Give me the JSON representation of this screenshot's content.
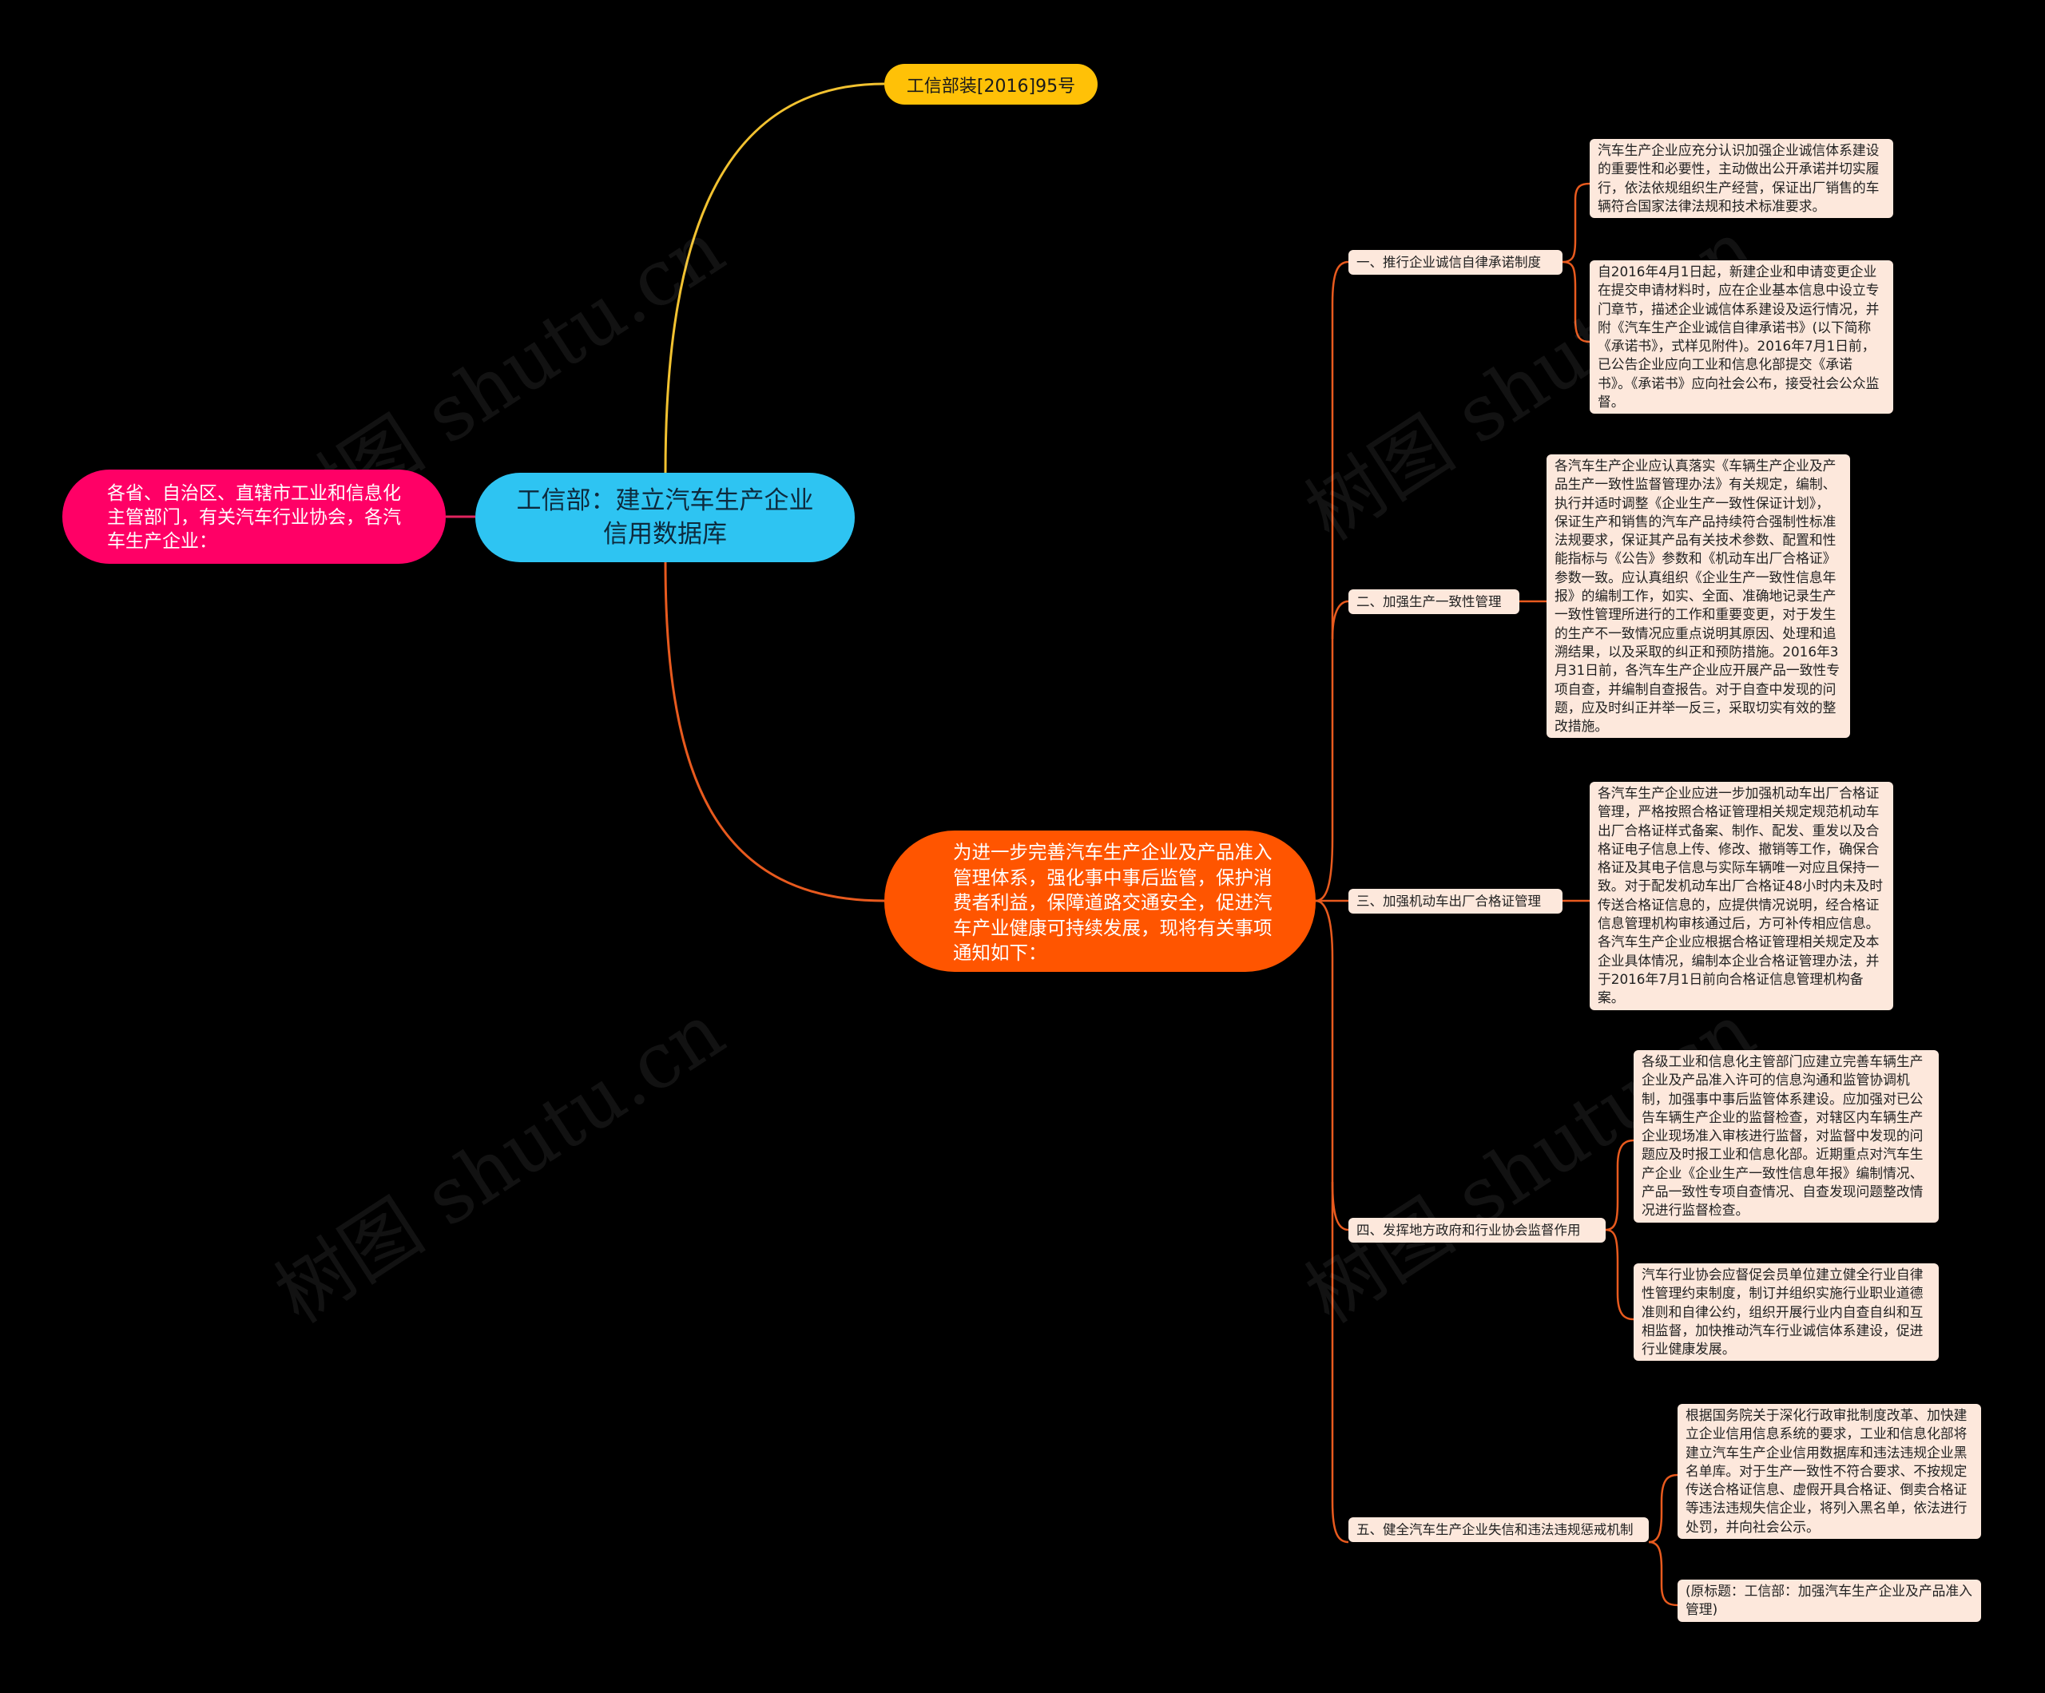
{
  "root": {
    "label": "工信部：建立汽车生产企业信用数据库"
  },
  "left_node": {
    "text": "各省、自治区、直辖市工业和信息化主管部门，有关汽车行业协会，各汽车生产企业："
  },
  "tag_node": {
    "text": "工信部装[2016]95号"
  },
  "main_node": {
    "text": "为进一步完善汽车生产企业及产品准入管理体系，强化事中事后监管，保护消费者利益，保障道路交通安全，促进汽车产业健康可持续发展，现将有关事项通知如下："
  },
  "sections": [
    {
      "title": "一、推行企业诚信自律承诺制度",
      "items": [
        "汽车生产企业应充分认识加强企业诚信体系建设的重要性和必要性，主动做出公开承诺并切实履行，依法依规组织生产经营，保证出厂销售的车辆符合国家法律法规和技术标准要求。",
        "自2016年4月1日起，新建企业和申请变更企业在提交申请材料时，应在企业基本信息中设立专门章节，描述企业诚信体系建设及运行情况，并附《汽车生产企业诚信自律承诺书》(以下简称《承诺书》，式样见附件)。2016年7月1日前，已公告企业应向工业和信息化部提交《承诺书》。《承诺书》应向社会公布，接受社会公众监督。"
      ]
    },
    {
      "title": "二、加强生产一致性管理",
      "items": [
        "各汽车生产企业应认真落实《车辆生产企业及产品生产一致性监督管理办法》有关规定，编制、执行并适时调整《企业生产一致性保证计划》，保证生产和销售的汽车产品持续符合强制性标准法规要求，保证其产品有关技术参数、配置和性能指标与《公告》参数和《机动车出厂合格证》参数一致。应认真组织《企业生产一致性信息年报》的编制工作，如实、全面、准确地记录生产一致性管理所进行的工作和重要变更，对于发生的生产不一致情况应重点说明其原因、处理和追溯结果，以及采取的纠正和预防措施。2016年3月31日前，各汽车生产企业应开展产品一致性专项自查，并编制自查报告。对于自查中发现的问题，应及时纠正并举一反三，采取切实有效的整改措施。"
      ]
    },
    {
      "title": "三、加强机动车出厂合格证管理",
      "items": [
        "各汽车生产企业应进一步加强机动车出厂合格证管理，严格按照合格证管理相关规定规范机动车出厂合格证样式备案、制作、配发、重发以及合格证电子信息上传、修改、撤销等工作，确保合格证及其电子信息与实际车辆唯一对应且保持一致。对于配发机动车出厂合格证48小时内未及时传送合格证信息的，应提供情况说明，经合格证信息管理机构审核通过后，方可补传相应信息。各汽车生产企业应根据合格证管理相关规定及本企业具体情况，编制本企业合格证管理办法，并于2016年7月1日前向合格证信息管理机构备案。"
      ]
    },
    {
      "title": "四、发挥地方政府和行业协会监督作用",
      "items": [
        "各级工业和信息化主管部门应建立完善车辆生产企业及产品准入许可的信息沟通和监管协调机制，加强事中事后监管体系建设。应加强对已公告车辆生产企业的监督检查，对辖区内车辆生产企业现场准入审核进行监督，对监督中发现的问题应及时报工业和信息化部。近期重点对汽车生产企业《企业生产一致性信息年报》编制情况、产品一致性专项自查情况、自查发现问题整改情况进行监督检查。",
        "汽车行业协会应督促会员单位建立健全行业自律性管理约束制度，制订并组织实施行业职业道德准则和自律公约，组织开展行业内自查自纠和互相监督，加快推动汽车行业诚信体系建设，促进行业健康发展。"
      ]
    },
    {
      "title": "五、健全汽车生产企业失信和违法违规惩戒机制",
      "items": [
        "根据国务院关于深化行政审批制度改革、加快建立企业信用信息系统的要求，工业和信息化部将建立汽车生产企业信用数据库和违法违规企业黑名单库。对于生产一致性不符合要求、不按规定传送合格证信息、虚假开具合格证、倒卖合格证等违法违规失信企业，将列入黑名单，依法进行处罚，并向社会公示。",
        "(原标题：工信部：加强汽车生产企业及产品准入管理)"
      ]
    }
  ],
  "watermark": "树图 shutu.cn",
  "colors": {
    "background": "#000000",
    "root": "#2ec4f2",
    "left_node": "#ff0066",
    "tag_node": "#ffc107",
    "main_node": "#ff5500",
    "card": "#fde8dc",
    "connector": "#e85a1e",
    "tag_connector": "#f2c230"
  }
}
